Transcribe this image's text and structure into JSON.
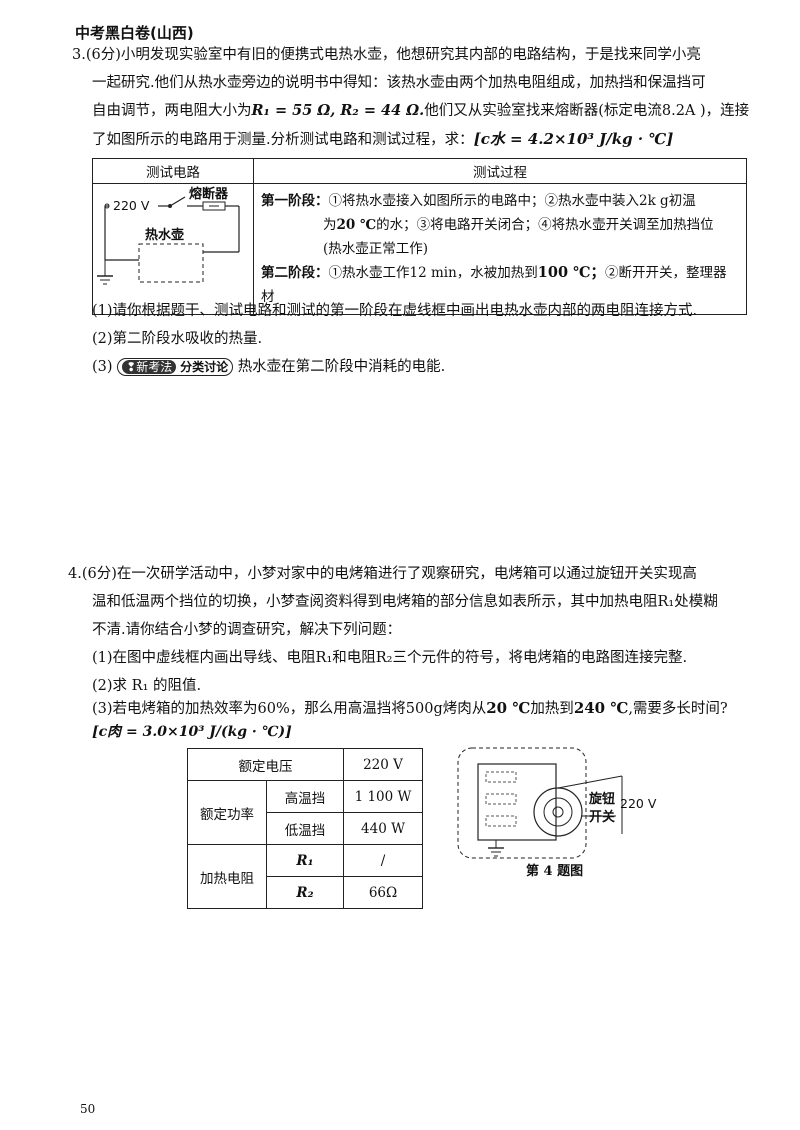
{
  "header": "中考黑白卷(山西)",
  "q3": {
    "lines": [
      "3.(6分)小明发现实验室中有旧的便携式电热水壶，他想研究其内部的电路结构，于是找来同学小亮",
      "一起研究.他们从热水壶旁边的说明书中得知：该热水壶由两个加热电阻组成，加热挡和保温挡可",
      "自由调节，两电阻大小为",
      "他们又从实验室找来熔断器(标定电流8.2A  )，连接",
      "了如图所示的电路用于测量.分析测试电路和测试过程，求："
    ],
    "resistors": "R₁ = 55 Ω, R₂ = 44 Ω.",
    "c_water": "[c水 = 4.2×10³ J/kg · ℃]",
    "table": {
      "headers": [
        "测试电路",
        "测试过程"
      ],
      "circuit": {
        "voltage": "220 V",
        "fuse": "熔断器",
        "kettle": "热水壶"
      },
      "stage1_label": "第一阶段：",
      "stage1_l1": "①将热水壶接入如图所示的电路中；②热水壶中装入2k  g初温",
      "stage1_l2a": "为",
      "stage1_temp": "20 ℃",
      "stage1_l2b": "的水；③将电路开关闭合；④将热水壶开关调至加热挡位",
      "stage1_l3": "(热水壶正常工作)",
      "stage2_label": "第二阶段：",
      "stage2_a": "①热水壶工作12 min，水被加热到",
      "stage2_temp": "100 ℃；",
      "stage2_b": "②断开开关，整理器材"
    },
    "sub1": "(1)请你根据题干、测试电路和测试的第一阶段在虚线框中画出电热水壶内部的两电阻连接方式.",
    "sub2": "(2)第二阶段水吸收的热量.",
    "sub3_prefix": "(3)",
    "badge_a": "新考法",
    "badge_b": "分类讨论",
    "sub3_text": "热水壶在第二阶段中消耗的电能."
  },
  "q4": {
    "line1": "4.(6分)在一次研学活动中，小梦对家中的电烤箱进行了观察研究，电烤箱可以通过旋钮开关实现高",
    "line2": "温和低温两个挡位的切换，小梦查阅资料得到电烤箱的部分信息如表所示，其中加热电阻R₁处模糊",
    "line3": "不清.请你结合小梦的调查研究，解决下列问题：",
    "sub1": "(1)在图中虚线框内画出导线、电阻R₁和电阻R₂三个元件的符号，将电烤箱的电路图连接完整.",
    "sub2": "(2)求  R₁ 的阻值.",
    "sub3a": "(3)若电烤箱的加热效率为60%，那么用高温挡将500g烤肉从",
    "sub3_t1": "20 ℃",
    "sub3b": "加热到",
    "sub3_t2": "240 ℃",
    "sub3c": ",需要多长时间?",
    "c_meat": "[c肉 = 3.0×10³ J/(kg · ℃)]",
    "table": {
      "rated_voltage": "额定电压",
      "voltage_val": "220 V",
      "rated_power": "额定功率",
      "high": "高温挡",
      "high_val": "1 100 W",
      "low": "低温挡",
      "low_val": "440 W",
      "heating_r": "加热电阻",
      "r1": "R₁",
      "r1_val": "/",
      "r2": "R₂",
      "r2_val": "66Ω"
    },
    "figure": {
      "knob": "旋钮",
      "switch": "开关",
      "voltage": "220 V",
      "caption": "第 4 题图"
    }
  },
  "page_number": "50"
}
